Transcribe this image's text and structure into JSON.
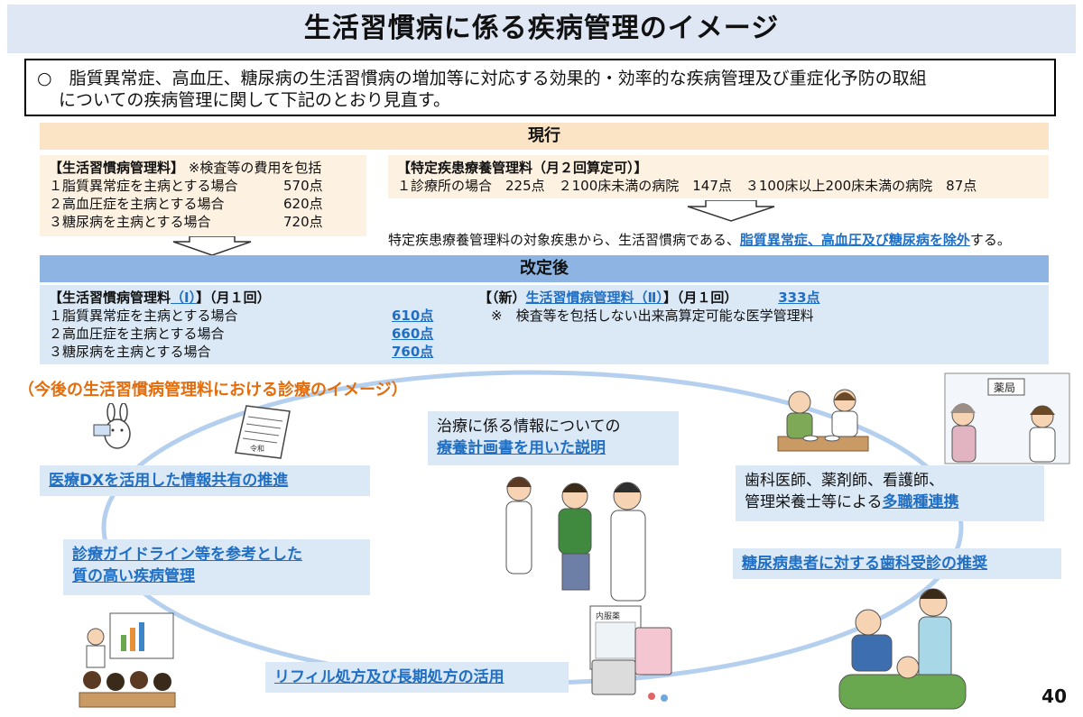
{
  "title": "生活習慣病に係る疾病管理のイメージ",
  "intro": {
    "line1": "○　脂質異常症、高血圧、糖尿病の生活習慣病の増加等に対応する効果的・効率的な疾病管理及び重症化予防の取組",
    "line2": "についての疾病管理に関して下記のとおり見直す。"
  },
  "current": {
    "band": "現行",
    "left": {
      "header": "【生活習慣病管理料】",
      "note": "※検査等の費用を包括",
      "rows": [
        {
          "label": "１脂質異常症を主病とする場合",
          "points": "570点"
        },
        {
          "label": "２高血圧症を主病とする場合",
          "points": "620点"
        },
        {
          "label": "３糖尿病を主病とする場合",
          "points": "720点"
        }
      ]
    },
    "right": {
      "header": "【特定疾患療養管理料（月２回算定可）】",
      "line": "１診療所の場合　225点　２100床未満の病院　147点　３100床以上200床未満の病院　87点",
      "note_pre": "特定疾患療養管理料の対象疾患から、生活習慣病である、",
      "note_link": "脂質異常症、高血圧及び糖尿病を除外",
      "note_post": "する。"
    }
  },
  "revised": {
    "band": "改定後",
    "left": {
      "header_pre": "【生活習慣病管理料",
      "header_link": "（Ⅰ）",
      "header_post": "】（月１回）",
      "rows": [
        {
          "label": "１脂質異常症を主病とする場合",
          "points": "610点"
        },
        {
          "label": "２高血圧症を主病とする場合",
          "points": "660点"
        },
        {
          "label": "３糖尿病を主病とする場合",
          "points": "760点"
        }
      ]
    },
    "right": {
      "header_pre": "【（新）",
      "header_link": "生活習慣病管理料（Ⅱ）",
      "header_post": "】（月１回）",
      "points": "333点",
      "note": "※　検査等を包括しない出来高算定可能な医学管理料"
    }
  },
  "image_title": "（今後の生活習慣病管理料における診療のイメージ）",
  "labels": {
    "dx": "医療DXを活用した情報共有の推進",
    "plan_pre": "治療に係る情報についての",
    "plan_link": "療養計画書を用いた説明",
    "team_l1": "歯科医師、薬剤師、看護師、",
    "team_l2_pre": "管理栄養士等による",
    "team_l2_link": "多職種連携",
    "guideline_l1": "診療ガイドライン等を参考とした",
    "guideline_l2": "質の高い疾病管理",
    "dental": "糖尿病患者に対する歯科受診の推奨",
    "refill": "リフィル処方及び長期処方の活用"
  },
  "illustrations": {
    "pharmacy_sign": "薬局",
    "medicine_bag": "内服薬",
    "doc_text": "令和"
  },
  "page_number": "40"
}
